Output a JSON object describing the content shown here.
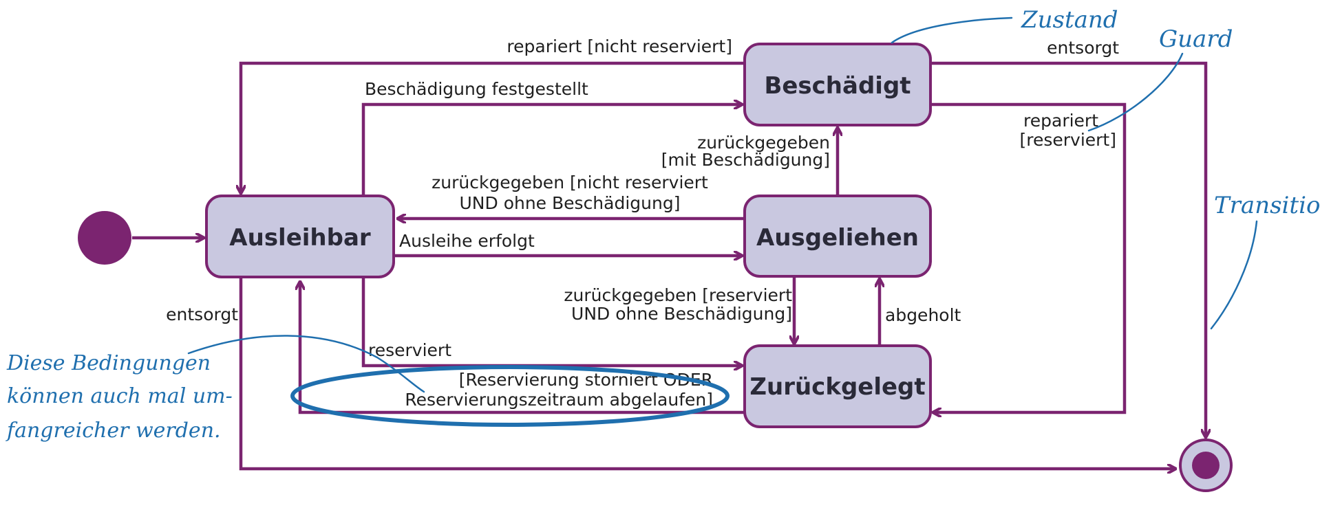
{
  "colors": {
    "transition": "#7b2470",
    "state_fill": "#c9c8e0",
    "state_stroke": "#7b2470",
    "annotation": "#1f6fae",
    "text": "#1f1f1f"
  },
  "states": {
    "ausleihbar": "Ausleihbar",
    "ausgeliehen": "Ausgeliehen",
    "beschaedigt": "Beschädigt",
    "zurueckgelegt": "Zurückgelegt"
  },
  "transitions": {
    "repariert_nicht_reserviert": "repariert [nicht reserviert]",
    "beschaedigung_festgestellt": "Beschädigung festgestellt",
    "zurueckgegeben_mit_1": "zurückgegeben",
    "zurueckgegeben_mit_2": "[mit Beschädigung]",
    "zurueckgegeben_nicht_reserviert_1": "zurückgegeben [nicht reserviert",
    "zurueckgegeben_nicht_reserviert_2": "UND ohne Beschädigung]",
    "ausleihe_erfolgt": "Ausleihe erfolgt",
    "zurueckgegeben_reserviert_1": "zurückgegeben [reserviert",
    "zurueckgegeben_reserviert_2": "UND ohne Beschädigung]",
    "abgeholt": "abgeholt",
    "reserviert": "reserviert",
    "storniert_1": "[Reservierung storniert ODER",
    "storniert_2": "Reservierungszeitraum abgelaufen]",
    "entsorgt_left": "entsorgt",
    "entsorgt_right": "entsorgt",
    "repariert_reserviert_1": "repariert",
    "repariert_reserviert_2": "[reserviert]"
  },
  "annotations": {
    "zustand": "Zustand",
    "guard": "Guard",
    "transition": "Transition",
    "note_line1": "Diese Bedingungen",
    "note_line2": "können auch mal um-",
    "note_line3": "fangreicher werden."
  }
}
